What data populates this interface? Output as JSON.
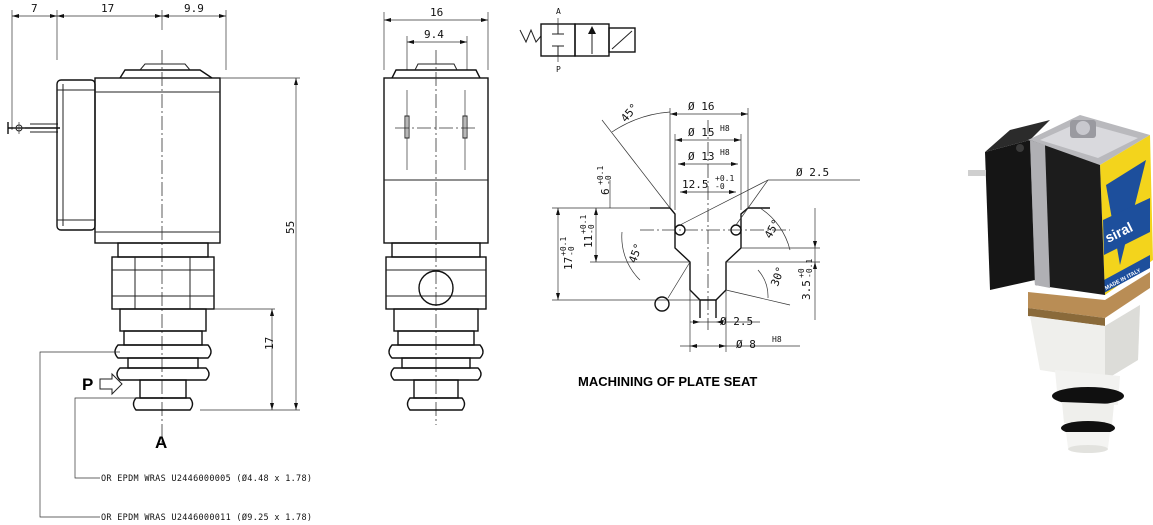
{
  "front_view": {
    "dim_7": "7",
    "dim_17_top": "17",
    "dim_9_9": "9.9",
    "dim_55": "55",
    "dim_17_side": "17",
    "port_p": "P",
    "port_a": "A",
    "oring_note_1": "OR EPDM WRAS U2446000005 (Ø4.48 x 1.78)",
    "oring_note_2": "OR EPDM WRAS U2446000011 (Ø9.25 x 1.78)"
  },
  "side_view": {
    "dim_16": "16",
    "dim_9_4": "9.4"
  },
  "symbol": {
    "port_a": "A",
    "port_p": "P"
  },
  "plate_seat": {
    "dia_16": "Ø 16",
    "dia_15": "Ø 15",
    "dia_15_tol": "H8",
    "dia_13": "Ø 13",
    "dia_13_tol": "H8",
    "dia_12_5": "12.5",
    "dia_12_5_tol_top": "+0.1",
    "dia_12_5_tol_bot": "-0",
    "dia_2_5_top": "Ø 2.5",
    "angle_45_top": "45°",
    "angle_45_right": "45°",
    "angle_45_left": "45°",
    "angle_30": "30°",
    "dim_6": "6",
    "dim_6_tol_top": "+0.1",
    "dim_6_tol_bot": "-0",
    "dim_17": "17",
    "dim_17_tol_top": "+0.1",
    "dim_17_tol_bot": "-0",
    "dim_11": "11",
    "dim_11_tol_top": "+0.1",
    "dim_11_tol_bot": "-0",
    "dim_3_5": "3.5",
    "dim_3_5_tol_top": "+0",
    "dim_3_5_tol_bot": "-0.1",
    "dia_2_5_bottom": "Ø 2.5",
    "dia_8": "Ø 8",
    "dia_8_tol": "H8",
    "caption": "MACHINING OF PLATE SEAT"
  },
  "product_photo": {
    "brand": "siral",
    "made_in": "MADE IN ITALY",
    "colors": {
      "yellow": "#f3d41c",
      "blue": "#1d4f9c",
      "coil": "#1a1a1a",
      "body": "#f2f2f0",
      "brass": "#b98d55"
    }
  }
}
